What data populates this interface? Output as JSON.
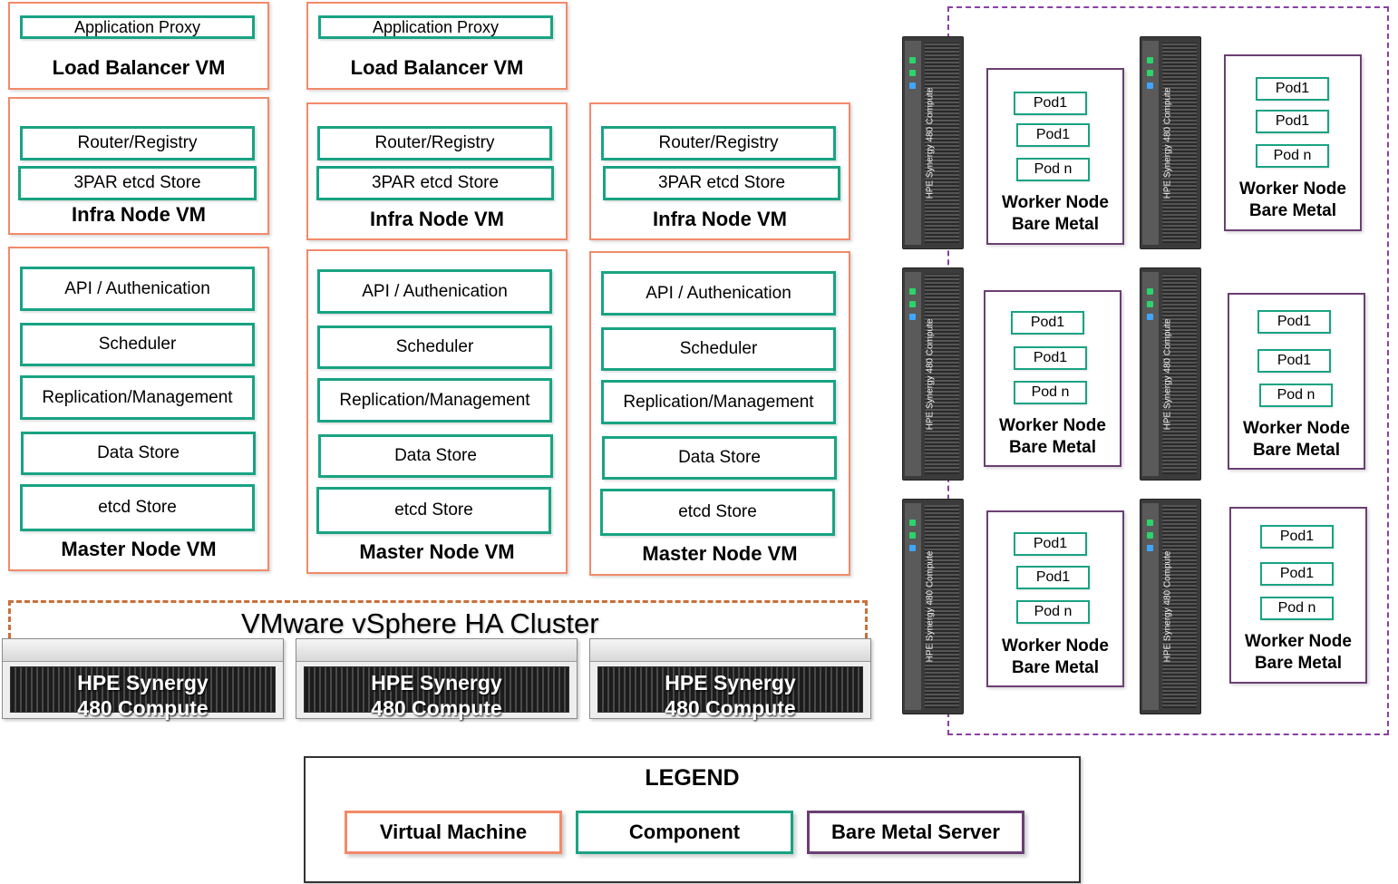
{
  "labels": {
    "app_proxy": "Application Proxy",
    "load_balancer_vm": "Load Balancer VM",
    "router_registry": "Router/Registry",
    "etcd_3par": "3PAR etcd Store",
    "infra_node_vm": "Infra Node VM",
    "api_auth": "API / Authenication",
    "scheduler": "Scheduler",
    "replication": "Replication/Management",
    "data_store": "Data Store",
    "etcd_store": "etcd Store",
    "master_node_vm": "Master Node VM",
    "pod1": "Pod1",
    "podn": "Pod n",
    "worker_line1": "Worker Node",
    "worker_line2": "Bare Metal",
    "blade_label": "HPE Synergy 480 Compute"
  },
  "cluster": {
    "title": "VMware vSphere HA Cluster",
    "server_line1": "HPE Synergy",
    "server_line2": "480 Compute"
  },
  "legend": {
    "title": "LEGEND",
    "vm": "Virtual Machine",
    "component": "Component",
    "bare_metal": "Bare Metal Server"
  },
  "colors": {
    "vm_border": "#f28a6a",
    "component_border": "#19a383",
    "bare_metal_border": "#6b3f73",
    "cluster_dash": "#c8703a"
  }
}
